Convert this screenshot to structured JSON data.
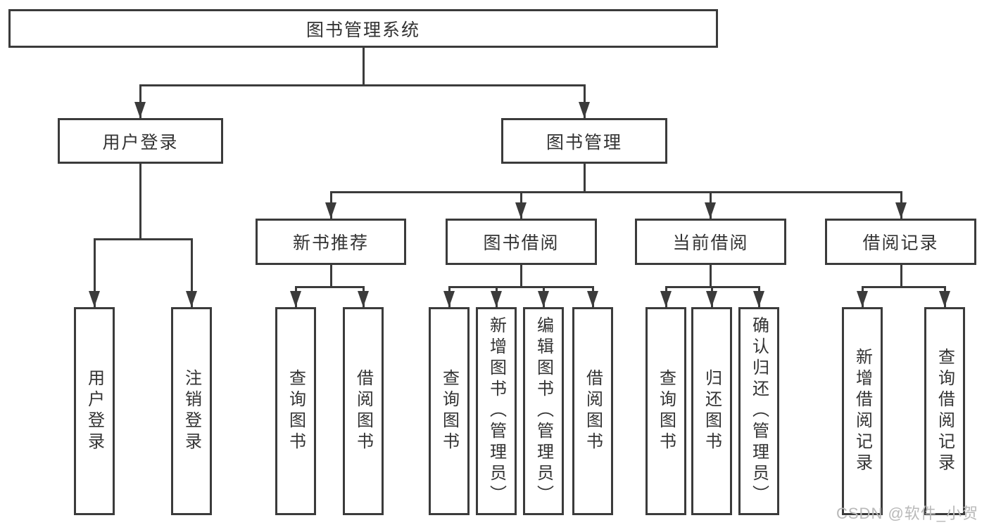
{
  "tree": {
    "label": "图书管理系统",
    "children": [
      {
        "label": "用户登录",
        "children": [
          {
            "label": "用户登录"
          },
          {
            "label": "注销登录"
          }
        ]
      },
      {
        "label": "图书管理",
        "children": [
          {
            "label": "新书推荐",
            "children": [
              {
                "label": "查询图书"
              },
              {
                "label": "借阅图书"
              }
            ]
          },
          {
            "label": "图书借阅",
            "children": [
              {
                "label": "查询图书"
              },
              {
                "label": "新增图书（管理员）"
              },
              {
                "label": "编辑图书（管理员）"
              },
              {
                "label": "借阅图书"
              }
            ]
          },
          {
            "label": "当前借阅",
            "children": [
              {
                "label": "查询图书"
              },
              {
                "label": "归还图书"
              },
              {
                "label": "确认归还（管理员）"
              }
            ]
          },
          {
            "label": "借阅记录",
            "children": [
              {
                "label": "新增借阅记录"
              },
              {
                "label": "查询借阅记录"
              }
            ]
          }
        ]
      }
    ]
  },
  "watermark": {
    "text": "CSDN @软件_小贺同学"
  },
  "colors": {
    "line": "#3b3b3b",
    "text": "#333333",
    "background": "#ffffff",
    "watermark": "#b9b9b9"
  }
}
